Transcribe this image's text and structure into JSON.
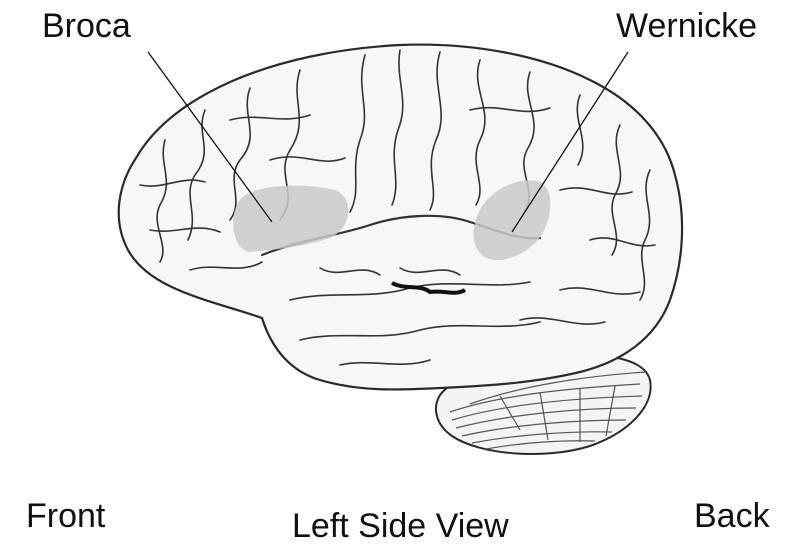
{
  "labels": {
    "broca": "Broca",
    "wernicke": "Wernicke",
    "front": "Front",
    "back": "Back",
    "caption": "Left Side View"
  },
  "colors": {
    "outline": "#2a2a2a",
    "brain_fill": "#f7f7f7",
    "highlight": "#c9c9c9",
    "text": "#111111"
  }
}
